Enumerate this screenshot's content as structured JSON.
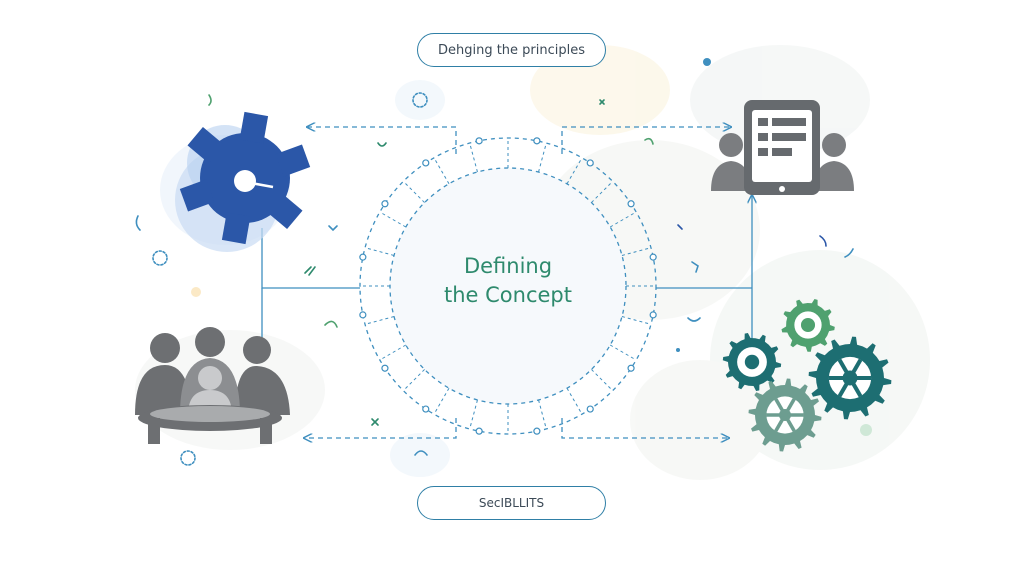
{
  "diagram": {
    "center_title_line1": "Defining",
    "center_title_line2": "the Concept",
    "top_label": "Dehging the principles",
    "bottom_label": "SecIBLLITS"
  },
  "colors": {
    "line": "#3f8fbf",
    "title": "#2e8a6d",
    "blue_gear": "#2b57a8",
    "gray_icon": "#6d6f72",
    "teal_gear": "#1d6e72",
    "green_gear": "#4fa16f"
  },
  "icons": [
    "gear-icon",
    "tablet-users-icon",
    "team-meeting-icon",
    "gears-cluster-icon"
  ]
}
